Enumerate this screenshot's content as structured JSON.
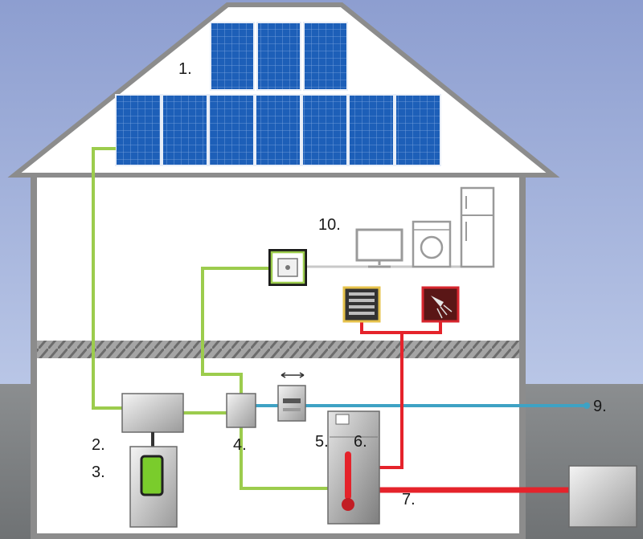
{
  "labels": {
    "solar_panels": "1.",
    "inverter": "2.",
    "battery": "3.",
    "distribution_box": "4.",
    "storage_left": "5.",
    "storage_right": "6.",
    "heat_pipe": "7.",
    "grid": "9.",
    "appliances": "10."
  },
  "colors": {
    "sky_top": "#8d9ed0",
    "sky_bottom": "#b9c6e6",
    "ground": "#7f8284",
    "house_fill": "#ffffff",
    "house_outline": "#8c8c8c",
    "solar_panel": "#1b5bb5",
    "dc_line": "#9ccc4d",
    "ac_line": "#c8c8c8",
    "grid_line": "#3ea2c4",
    "heat_line": "#e5232b",
    "floor_hatch": "#8a8a8a"
  },
  "icons": [
    "solar-panel-icon",
    "inverter-icon",
    "battery-icon",
    "distribution-box-icon",
    "meter-icon",
    "heat-storage-icon",
    "thermometer-icon",
    "wall-socket-icon",
    "radiator-icon",
    "shower-icon",
    "monitor-icon",
    "washing-machine-icon",
    "fridge-icon",
    "external-unit-icon"
  ]
}
